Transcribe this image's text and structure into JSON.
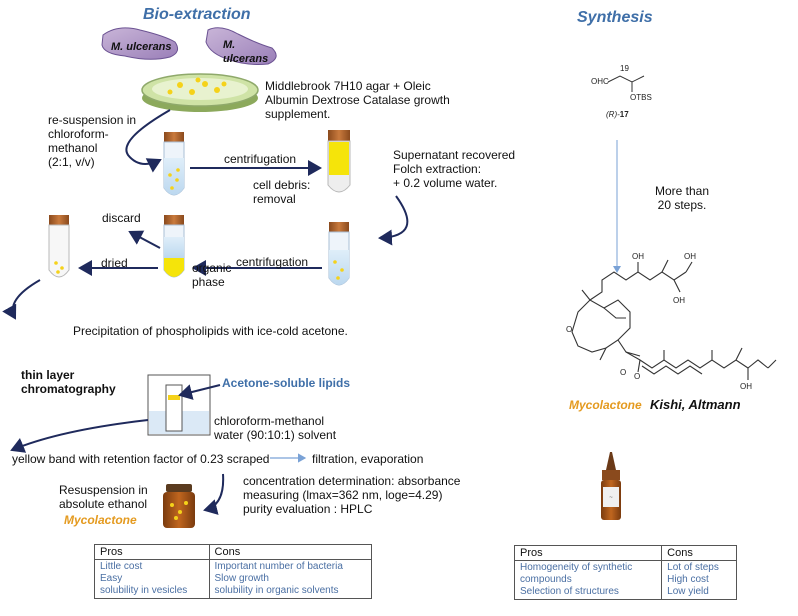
{
  "bio": {
    "title": "Bio-extraction",
    "bacteria_labels": [
      "M. ulcerans",
      "M. ulcerans"
    ],
    "medium": [
      "Middlebrook 7H10 agar + Oleic",
      "Albumin Dextrose Catalase growth",
      "supplement."
    ],
    "resuspension": [
      "re-suspension in",
      "chloroform-",
      "methanol",
      "(2:1, v/v)"
    ],
    "centrifugation": "centrifugation",
    "cell_debris": [
      "cell debris:",
      "removal"
    ],
    "supernatant": [
      "Supernatant recovered",
      "Folch extraction:",
      "+ 0.2 volume water."
    ],
    "discard": "discard",
    "dried": "dried",
    "organic_phase": [
      "organic",
      "phase"
    ],
    "centrifugation2": "centrifugation",
    "precipitation": "Precipitation of phospholipids with ice-cold acetone.",
    "tlc": [
      "thin layer",
      "chromatography"
    ],
    "acetone_lipids": "Acetone-soluble lipids",
    "solvent": [
      "chloroform-methanol",
      "water (90:10:1) solvent"
    ],
    "yellow_band": "yellow band with retention factor of 0.23 scraped",
    "filtration": "filtration, evaporation",
    "resusp_ethanol": [
      "Resuspension in",
      "absolute ethanol"
    ],
    "mycolactone": "Mycolactone",
    "concentration": [
      "concentration determination:  absorbance",
      "measuring (lmax=362 nm, loge=4.29)",
      "purity evaluation : HPLC"
    ],
    "table": {
      "headers": [
        "Pros",
        "Cons"
      ],
      "pros": [
        "Little cost",
        "Easy",
        "solubility in vesicles"
      ],
      "cons": [
        "Important  number of bacteria",
        "Slow growth",
        "solubility in organic solvents"
      ]
    }
  },
  "synth": {
    "title": "Synthesis",
    "compound": {
      "atom_ohc": "OHC",
      "atom_19": "19",
      "atom_otbs": "OTBS",
      "label_prefix": "(R)-",
      "label_num": "17"
    },
    "steps": [
      "More than",
      "20 steps."
    ],
    "mycolactone": "Mycolactone",
    "authors": "Kishi, Altmann",
    "oh_labels": [
      "OH",
      "OH",
      "OH",
      "OH"
    ],
    "o_labels": [
      "O",
      "O",
      "O"
    ],
    "table": {
      "headers": [
        "Pros",
        "Cons"
      ],
      "pros": [
        "Homogeneity of synthetic",
        "compounds",
        "Selection of structures"
      ],
      "cons": [
        "Lot of steps",
        "High cost",
        "Low yield"
      ]
    }
  },
  "colors": {
    "title_blue": "#3f6fa8",
    "arrow_navy": "#1f2a5c",
    "yellow": "#f5e40a",
    "orange": "#e49a1f"
  }
}
